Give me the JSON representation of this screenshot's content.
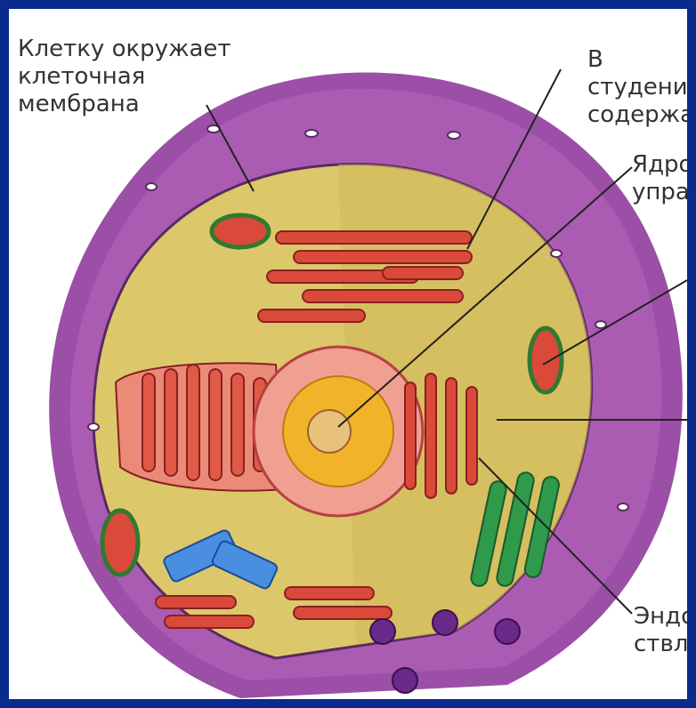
{
  "labels": {
    "membrane": "Клетку окружает\nклеточная\nмембрана",
    "cytoplasm": "В студени\nсодержат",
    "nucleus": "Ядро\nупра",
    "er": "Эндо\nствля"
  },
  "colors": {
    "frame": "#0a2a8c",
    "membrane": "#9b4fa6",
    "cytoplasm": "#dcc86a",
    "organelle_red": "#d94a3a",
    "golgi_green": "#2f9a4a",
    "centriole_blue": "#4a8ee0",
    "nucleus_yellow": "#f0b32a"
  }
}
